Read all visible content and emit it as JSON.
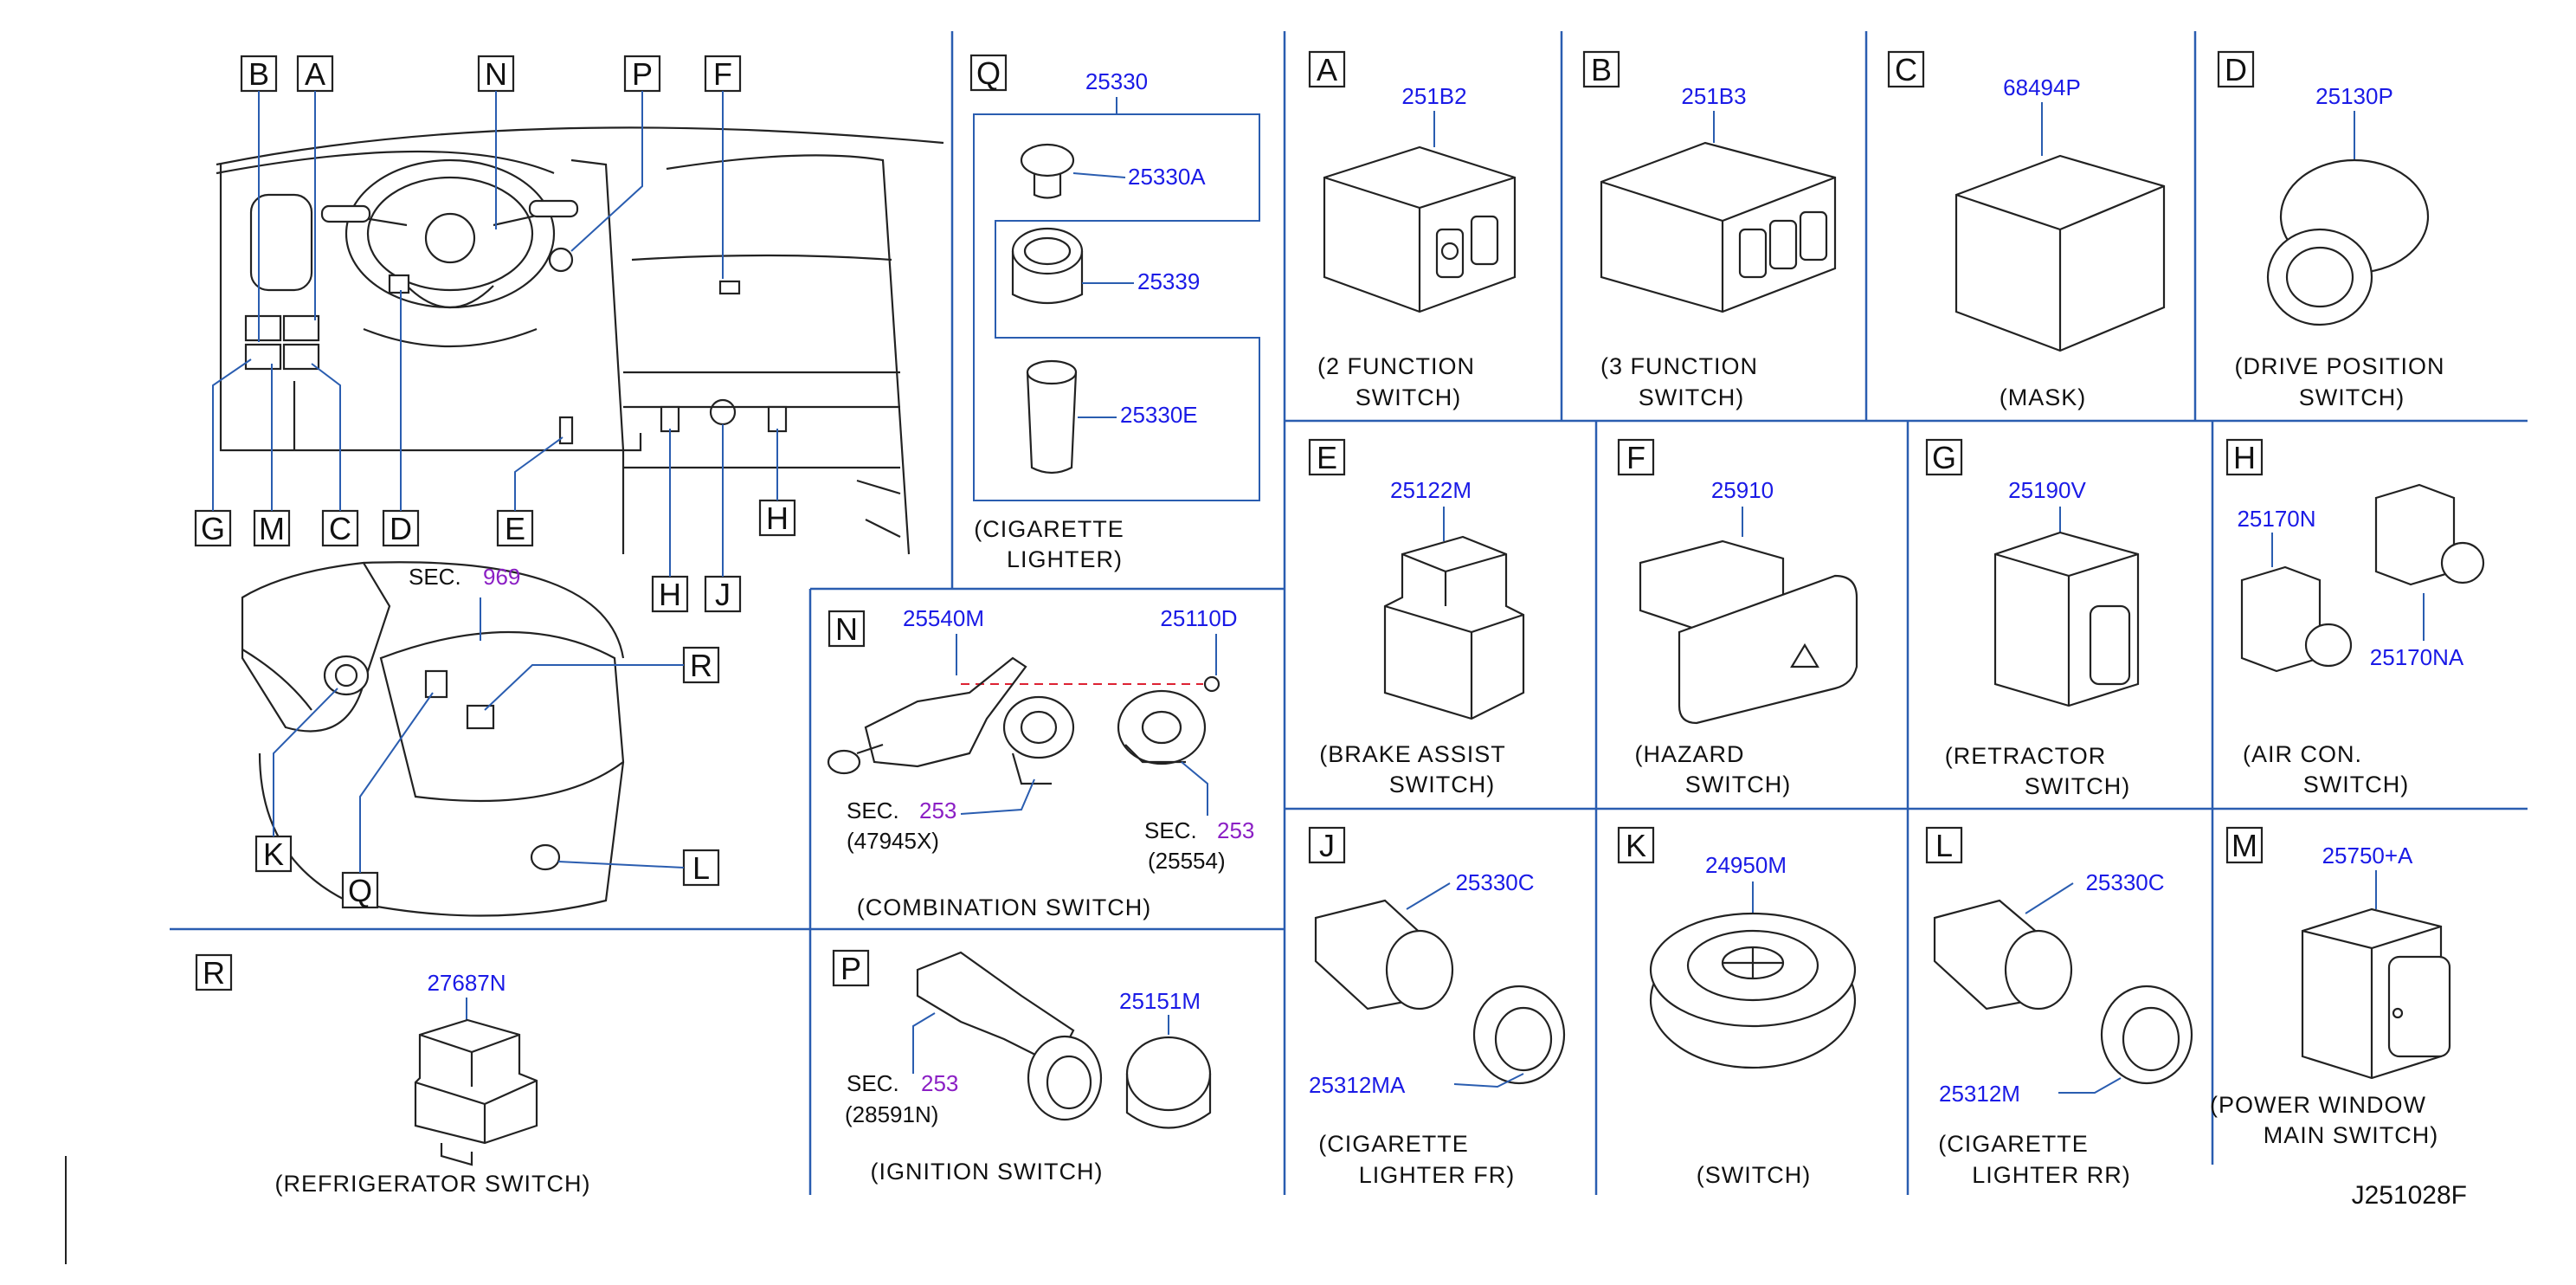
{
  "diagram_ref": "J251028F",
  "overview": {
    "dash_callouts_top": [
      "B",
      "A",
      "N",
      "P",
      "F"
    ],
    "dash_callouts_bottom": [
      "G",
      "M",
      "C",
      "D",
      "E",
      "H",
      "H",
      "J"
    ],
    "console_sec_label": "SEC.",
    "console_sec_num": "969",
    "console_callouts": [
      "R",
      "K",
      "Q",
      "L"
    ]
  },
  "panels": {
    "Q": {
      "letter": "Q",
      "parts": [
        "25330",
        "25330A",
        "25339",
        "25330E"
      ],
      "caption": [
        "(CIGARETTE",
        "LIGHTER)"
      ]
    },
    "N": {
      "letter": "N",
      "parts": [
        "25540M",
        "25110D"
      ],
      "sec1": {
        "label": "SEC.",
        "num": "253",
        "sub": "(47945X)"
      },
      "sec2": {
        "label": "SEC.",
        "num": "253",
        "sub": "(25554)"
      },
      "caption": [
        "(COMBINATION   SWITCH)"
      ]
    },
    "A": {
      "letter": "A",
      "parts": [
        "251B2"
      ],
      "caption": [
        "(2   FUNCTION",
        "SWITCH)"
      ]
    },
    "B": {
      "letter": "B",
      "parts": [
        "251B3"
      ],
      "caption": [
        "(3   FUNCTION",
        "SWITCH)"
      ]
    },
    "C": {
      "letter": "C",
      "parts": [
        "68494P"
      ],
      "caption": [
        "(MASK)"
      ]
    },
    "D": {
      "letter": "D",
      "parts": [
        "25130P"
      ],
      "caption": [
        "(DRIVE   POSITION",
        "SWITCH)"
      ]
    },
    "E": {
      "letter": "E",
      "parts": [
        "25122M"
      ],
      "caption": [
        "(BRAKE   ASSIST",
        "SWITCH)"
      ]
    },
    "F": {
      "letter": "F",
      "parts": [
        "25910"
      ],
      "caption": [
        "(HAZARD",
        "SWITCH)"
      ]
    },
    "G": {
      "letter": "G",
      "parts": [
        "25190V"
      ],
      "caption": [
        "(RETRACTOR",
        "SWITCH)"
      ]
    },
    "H": {
      "letter": "H",
      "parts": [
        "25170N",
        "25170NA"
      ],
      "caption": [
        "(AIR   CON.",
        "SWITCH)"
      ]
    },
    "J": {
      "letter": "J",
      "parts": [
        "25330C",
        "25312MA"
      ],
      "caption": [
        "(CIGARETTE",
        "LIGHTER   FR)"
      ]
    },
    "K": {
      "letter": "K",
      "parts": [
        "24950M"
      ],
      "caption": [
        "(SWITCH)"
      ]
    },
    "L": {
      "letter": "L",
      "parts": [
        "25330C",
        "25312M"
      ],
      "caption": [
        "(CIGARETTE",
        "LIGHTER   RR)"
      ]
    },
    "M": {
      "letter": "M",
      "parts": [
        "25750+A"
      ],
      "caption": [
        "(POWER   WINDOW",
        "MAIN   SWITCH)"
      ]
    },
    "R": {
      "letter": "R",
      "parts": [
        "27687N"
      ],
      "caption": [
        "(REFRIGERATOR              SWITCH)"
      ]
    },
    "P": {
      "letter": "P",
      "parts": [
        "25151M"
      ],
      "sec": {
        "label": "SEC.",
        "num": "253",
        "sub": "(28591N)"
      },
      "caption": [
        "(IGNITION   SWITCH)"
      ]
    }
  }
}
